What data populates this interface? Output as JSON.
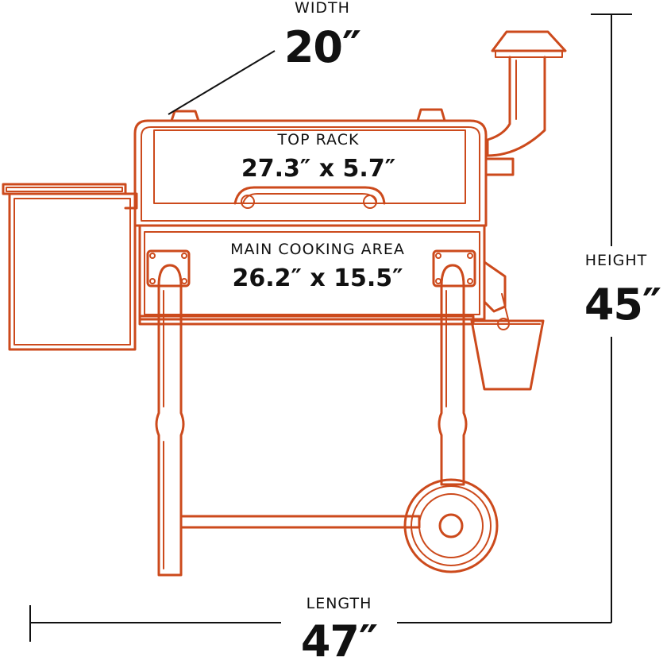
{
  "width": {
    "label": "WIDTH",
    "value": "20″"
  },
  "height": {
    "label": "HEIGHT",
    "value": "45″"
  },
  "length": {
    "label": "LENGTH",
    "value": "47″"
  },
  "top_rack": {
    "label": "TOP RACK",
    "value": "27.3″ x 5.7″"
  },
  "main_cooking_area": {
    "label": "MAIN COOKING AREA",
    "value": "26.2″ x 15.5″"
  },
  "colors": {
    "outline": "#cc4a1c",
    "text": "#111111"
  }
}
